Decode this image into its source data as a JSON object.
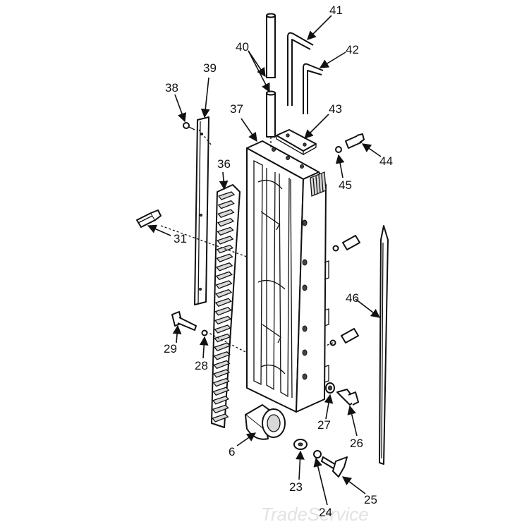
{
  "callouts": [
    {
      "id": "c41",
      "label": "41"
    },
    {
      "id": "c40",
      "label": "40"
    },
    {
      "id": "c42",
      "label": "42"
    },
    {
      "id": "c39",
      "label": "39"
    },
    {
      "id": "c38",
      "label": "38"
    },
    {
      "id": "c37",
      "label": "37"
    },
    {
      "id": "c43",
      "label": "43"
    },
    {
      "id": "c44",
      "label": "44"
    },
    {
      "id": "c45",
      "label": "45"
    },
    {
      "id": "c36",
      "label": "36"
    },
    {
      "id": "c31",
      "label": "31"
    },
    {
      "id": "c46",
      "label": "46"
    },
    {
      "id": "c29",
      "label": "29"
    },
    {
      "id": "c28",
      "label": "28"
    },
    {
      "id": "c27",
      "label": "27"
    },
    {
      "id": "c26",
      "label": "26"
    },
    {
      "id": "c6",
      "label": "6"
    },
    {
      "id": "c23",
      "label": "23"
    },
    {
      "id": "c24",
      "label": "24"
    },
    {
      "id": "c25",
      "label": "25"
    }
  ],
  "watermark": "TradeService",
  "colors": {
    "line": "#111111",
    "background": "#ffffff",
    "watermark": "#e2e2e2"
  }
}
